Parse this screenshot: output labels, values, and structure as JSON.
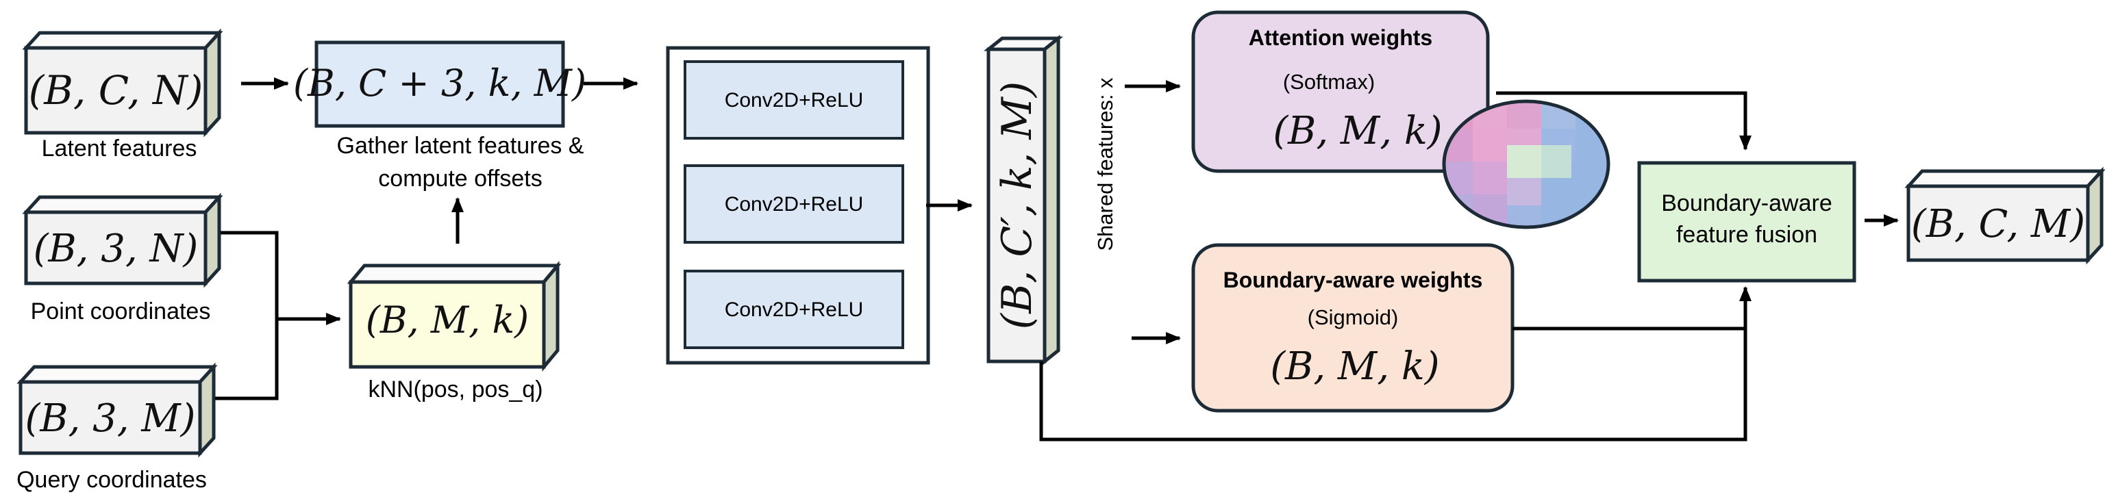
{
  "inputs": {
    "latent": {
      "shape": "(B, C, N)",
      "label": "Latent features"
    },
    "point": {
      "shape": "(B, 3, N)",
      "label": "Point coordinates"
    },
    "query": {
      "shape": "(B, 3, M)",
      "label": "Query coordinates"
    }
  },
  "knn": {
    "shape": "(B, M, k)",
    "label": "kNN(pos, pos_q)"
  },
  "gather": {
    "shape": "(B, C + 3, k, M)",
    "label_line1": "Gather latent features &",
    "label_line2": "compute offsets"
  },
  "conv_block": {
    "layers": [
      "Conv2D+ReLU",
      "Conv2D+ReLU",
      "Conv2D+ReLU"
    ]
  },
  "shared": {
    "shape": "(B, C′, k, M)",
    "label": "Shared features: x"
  },
  "attention": {
    "title": "Attention weights",
    "activation": "(Softmax)",
    "shape": "(B, M, k)"
  },
  "boundary": {
    "title": "Boundary-aware weights",
    "activation": "(Sigmoid)",
    "shape": "(B, M, k)"
  },
  "fusion": {
    "label_line1": "Boundary-aware",
    "label_line2": "feature fusion"
  },
  "output": {
    "shape": "(B, C, M)"
  },
  "colors": {
    "box_front": "#f2f2f2",
    "box_side": "#d3d8c4",
    "box_top": "#fafafa",
    "knn_front": "#fdfde0",
    "gather_fill": "#dfeaf8",
    "conv_fill": "#dbe7f5",
    "attention_fill": "#e9d7ec",
    "boundary_fill": "#fbe3d6",
    "fusion_fill": "#dff3d8",
    "stroke": "#1d2b36"
  }
}
